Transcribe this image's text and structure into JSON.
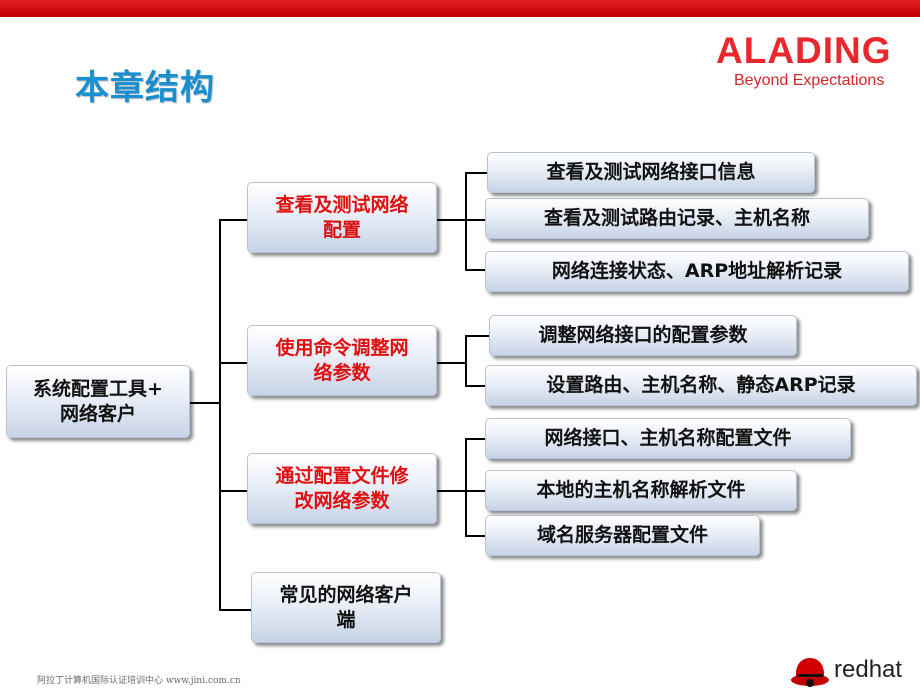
{
  "header": {
    "title": "本章结构"
  },
  "logo": {
    "name": "ALADING",
    "tagline": "Beyond Expectations"
  },
  "root": {
    "label_line1": "系统配置工具+",
    "label_line2": "网络客户"
  },
  "branches": [
    {
      "line1": "查看及测试网络",
      "line2": "配置",
      "color": "#e01010",
      "leaves": [
        "查看及测试网络接口信息",
        "查看及测试路由记录、主机名称",
        "网络连接状态、ARP地址解析记录"
      ]
    },
    {
      "line1": "使用命令调整网",
      "line2": "络参数",
      "color": "#e01010",
      "leaves": [
        "调整网络接口的配置参数",
        "设置路由、主机名称、静态ARP记录"
      ]
    },
    {
      "line1": "通过配置文件修",
      "line2": "改网络参数",
      "color": "#e01010",
      "leaves": [
        "网络接口、主机名称配置文件",
        "本地的主机名称解析文件",
        "域名服务器配置文件"
      ]
    },
    {
      "line1": "常见的网络客户",
      "line2": "端",
      "color": "#111111",
      "leaves": []
    }
  ],
  "footer": {
    "text": "阿拉丁计算机国际认证培训中心 www.jini.com.cn"
  },
  "brand": {
    "redhat_text": "redhat"
  },
  "colors": {
    "topbar": "#d01010",
    "title": "#1a8fd0",
    "logo": "#e8282c",
    "highlight": "#e01010"
  }
}
